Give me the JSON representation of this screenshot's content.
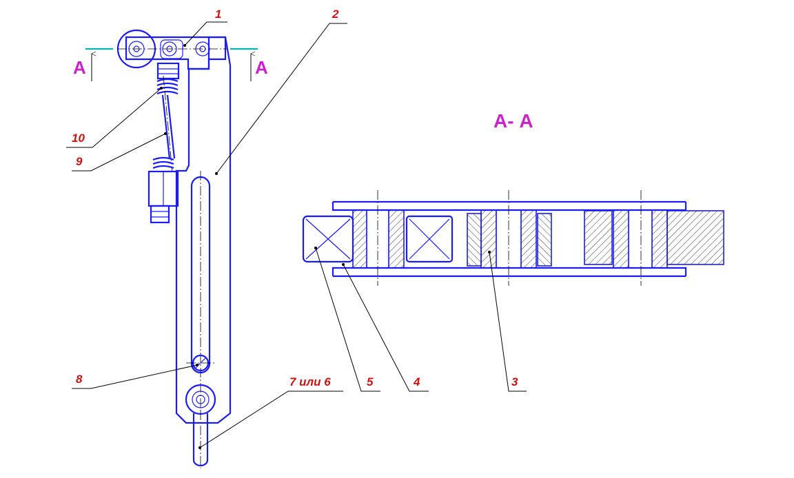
{
  "drawing": {
    "callouts": [
      {
        "id": "1",
        "text": "1"
      },
      {
        "id": "2",
        "text": "2"
      },
      {
        "id": "3",
        "text": "3"
      },
      {
        "id": "4",
        "text": "4"
      },
      {
        "id": "5",
        "text": "5"
      },
      {
        "id": "6",
        "text": "7 или 6"
      },
      {
        "id": "8",
        "text": "8"
      },
      {
        "id": "9",
        "text": "9"
      },
      {
        "id": "10",
        "text": "10"
      }
    ],
    "section_marker": "А",
    "section_title": "А- А"
  }
}
